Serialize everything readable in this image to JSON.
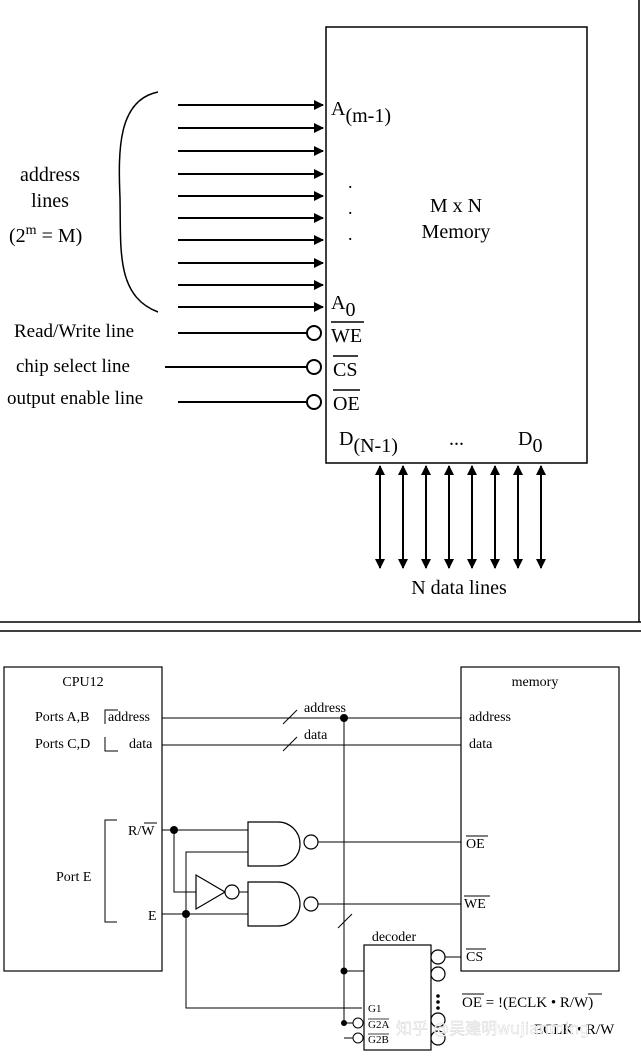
{
  "top_diagram": {
    "memory_label_line1": "M x N",
    "memory_label_line2": "Memory",
    "address_label_line1": "address",
    "address_label_line2": "lines",
    "address_formula_open": "(2",
    "address_formula_sup": "m",
    "address_formula_close": " = M)",
    "pin_a_high_base": "A",
    "pin_a_high_sub": "(m-1)",
    "pin_a_low_base": "A",
    "pin_a_low_sub": "0",
    "dot": ".",
    "pin_we": "WE",
    "pin_cs": "CS",
    "pin_oe": "OE",
    "readwrite_line": "Read/Write line",
    "chip_select_line": "chip select line",
    "output_enable_line": "output enable line",
    "pin_d_high_base": "D",
    "pin_d_high_sub": "(N-1)",
    "data_ellipsis": "...",
    "pin_d_low_base": "D",
    "pin_d_low_sub": "0",
    "data_lines_label": "N data lines"
  },
  "bottom_diagram": {
    "cpu_title": "CPU12",
    "ports_ab": "Ports A,B",
    "ports_cd": "Ports C,D",
    "cpu_address": "address",
    "cpu_data": "data",
    "port_e": "Port E",
    "rw_r": "R/",
    "rw_w": "W",
    "e_pin": "E",
    "bus_address": "address",
    "bus_data": "data",
    "memory_title": "memory",
    "mem_address": "address",
    "mem_data": "data",
    "mem_oe": "OE",
    "mem_we": "WE",
    "mem_cs": "CS",
    "decoder_title": "decoder",
    "decoder_g1": "G1",
    "decoder_g2a": "G2A",
    "decoder_g2b": "G2B",
    "eq_oe_lhs": "OE",
    "eq_oe_rhs_a": " = !(ECLK • R/",
    "eq_oe_rhs_w": "W",
    "eq_oe_rhs_b": ")",
    "eq_we_fragment_a": "ECLK • R/",
    "eq_we_fragment_w": "W",
    "watermark": "知乎 @吴建明wujianming"
  }
}
